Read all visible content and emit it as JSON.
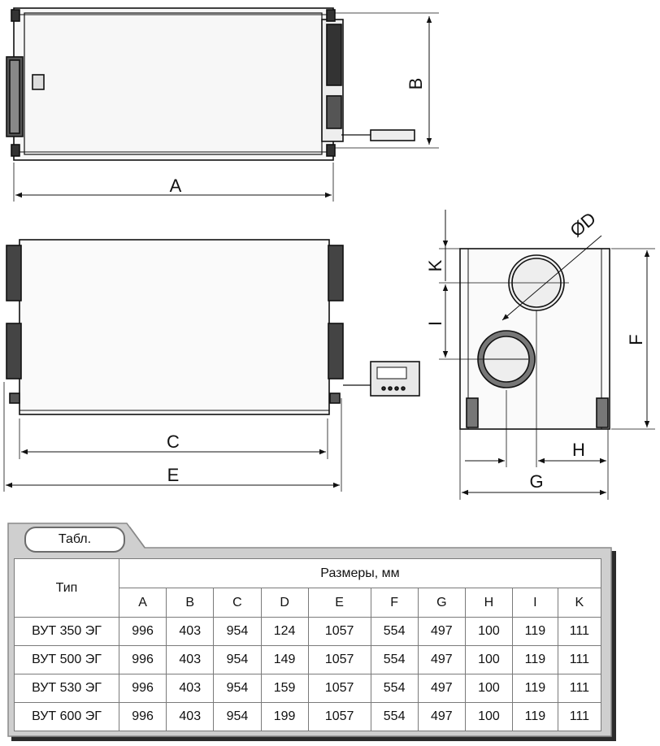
{
  "drawing": {
    "dim_labels": {
      "A": "A",
      "B": "B",
      "C": "C",
      "E": "E",
      "D": "ØD",
      "K": "K",
      "I": "I",
      "F": "F",
      "G": "G",
      "H": "H"
    }
  },
  "table": {
    "tab_label": "Табл.",
    "type_header": "Тип",
    "group_header": "Размеры, мм",
    "columns": [
      "A",
      "B",
      "C",
      "D",
      "E",
      "F",
      "G",
      "H",
      "I",
      "K"
    ],
    "rows": [
      {
        "type": "ВУТ 350 ЭГ",
        "values": [
          "996",
          "403",
          "954",
          "124",
          "1057",
          "554",
          "497",
          "100",
          "119",
          "111"
        ]
      },
      {
        "type": "ВУТ 500 ЭГ",
        "values": [
          "996",
          "403",
          "954",
          "149",
          "1057",
          "554",
          "497",
          "100",
          "119",
          "111"
        ]
      },
      {
        "type": "ВУТ 530 ЭГ",
        "values": [
          "996",
          "403",
          "954",
          "159",
          "1057",
          "554",
          "497",
          "100",
          "119",
          "111"
        ]
      },
      {
        "type": "ВУТ 600 ЭГ",
        "values": [
          "996",
          "403",
          "954",
          "199",
          "1057",
          "554",
          "497",
          "100",
          "119",
          "111"
        ]
      }
    ]
  }
}
